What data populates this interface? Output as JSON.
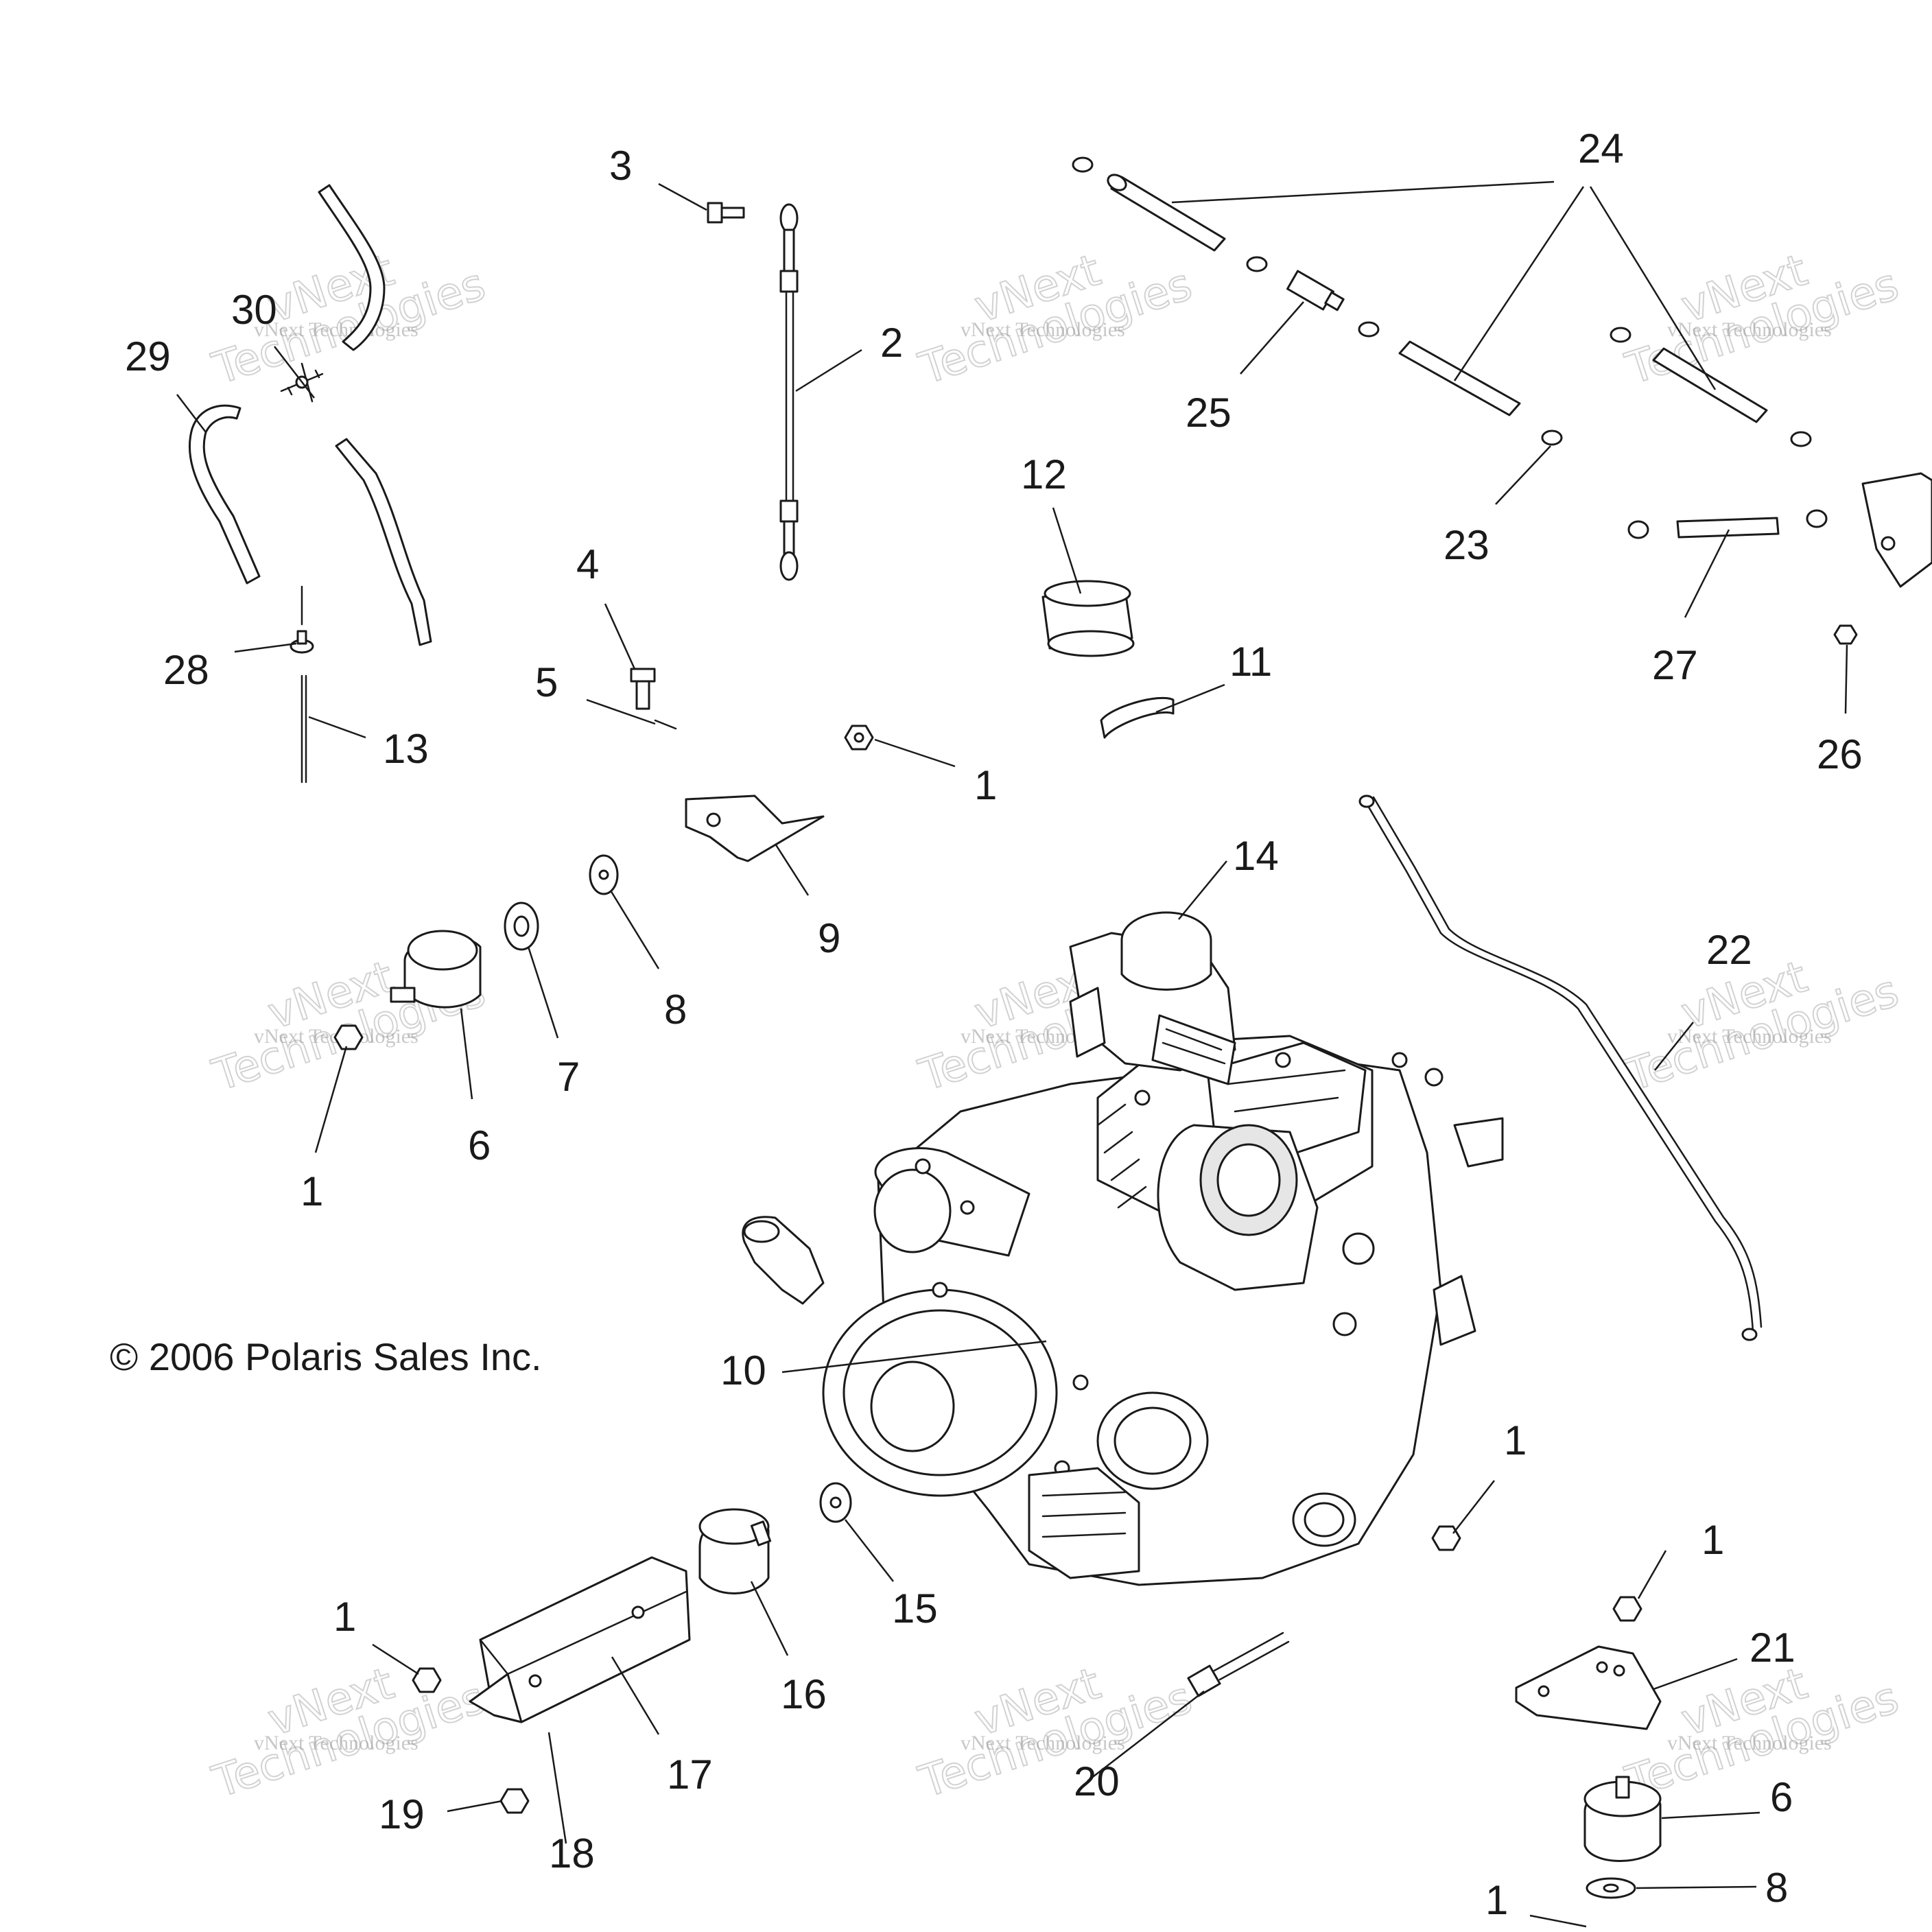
{
  "callouts": {
    "c1": "1",
    "c2": "2",
    "c3": "3",
    "c4": "4",
    "c5": "5",
    "c6": "6",
    "c7": "7",
    "c8": "8",
    "c9": "9",
    "c10": "10",
    "c11": "11",
    "c12": "12",
    "c13": "13",
    "c14": "14",
    "c15": "15",
    "c16": "16",
    "c17": "17",
    "c18": "18",
    "c19": "19",
    "c20": "20",
    "c21": "21",
    "c22": "22",
    "c23": "23",
    "c24": "24",
    "c25": "25",
    "c26": "26",
    "c27": "27",
    "c28": "28",
    "c29": "29",
    "c30": "30"
  },
  "copyright": "© 2006 Polaris Sales Inc.",
  "watermark": {
    "line1": "vNext Technologies",
    "line2": "vNext",
    "line3": "Technologies"
  }
}
